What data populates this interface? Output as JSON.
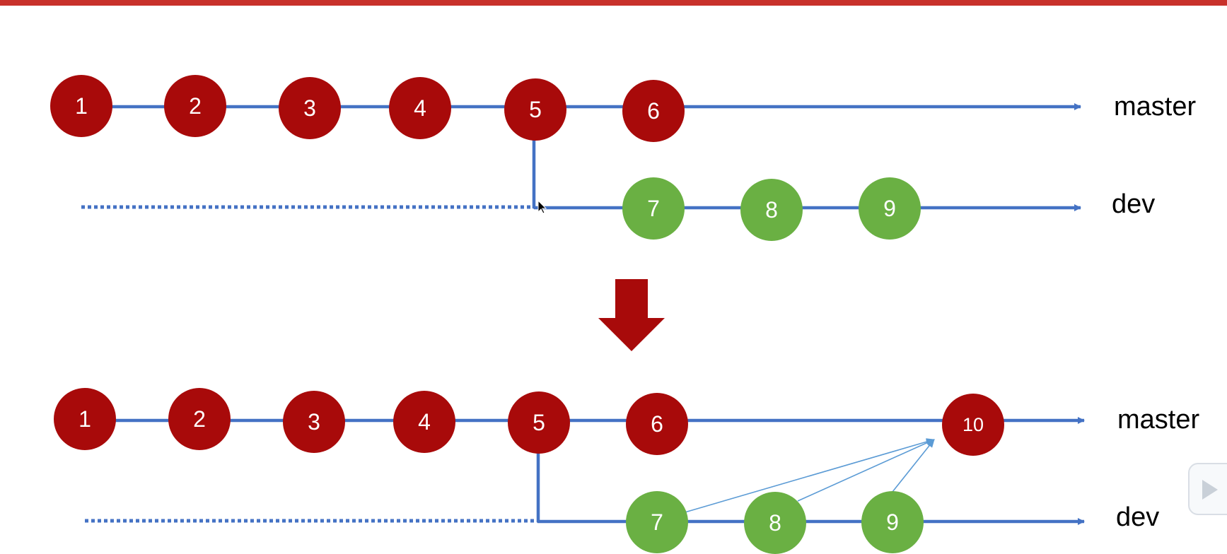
{
  "colors": {
    "top_bar": "#c8312b",
    "master_commit": "#a80a0a",
    "dev_commit": "#6ab043",
    "branch_line": "#4472c4",
    "merge_arrow": "#5b9bd5",
    "down_arrow": "#a80a0a"
  },
  "before": {
    "master": {
      "label": "master",
      "commits": [
        "1",
        "2",
        "3",
        "4",
        "5",
        "6"
      ]
    },
    "dev": {
      "label": "dev",
      "commits": [
        "7",
        "8",
        "9"
      ]
    }
  },
  "after": {
    "master": {
      "label": "master",
      "commits": [
        "1",
        "2",
        "3",
        "4",
        "5",
        "6",
        "10"
      ]
    },
    "dev": {
      "label": "dev",
      "commits": [
        "7",
        "8",
        "9"
      ]
    },
    "merge_sources": [
      "7",
      "8",
      "9"
    ],
    "merge_target": "10"
  },
  "icons": {
    "transition": "down-arrow-icon",
    "cursor": "mouse-cursor-icon",
    "player": "play-icon"
  }
}
